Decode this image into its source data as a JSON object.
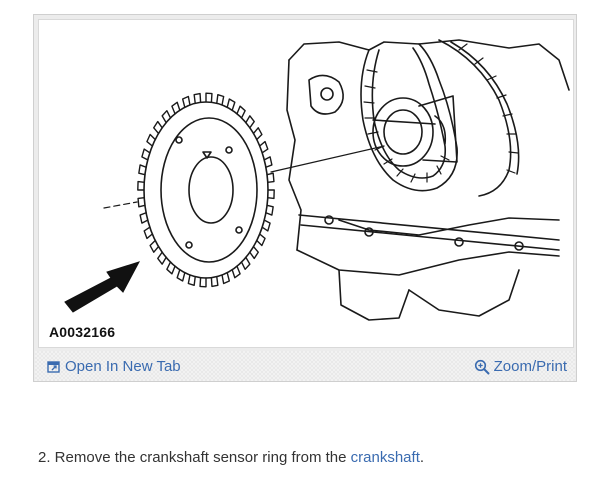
{
  "figure": {
    "code": "A0032166"
  },
  "toolbar": {
    "open_new_tab_label": "Open In New Tab",
    "zoom_print_label": "Zoom/Print"
  },
  "instruction": {
    "prefix": "2. Remove the crankshaft sensor ring from the ",
    "link_text": "crankshaft",
    "suffix": "."
  },
  "colors": {
    "link": "#3a6bb0",
    "body_text": "#333333",
    "frame_background": "#ececec"
  }
}
